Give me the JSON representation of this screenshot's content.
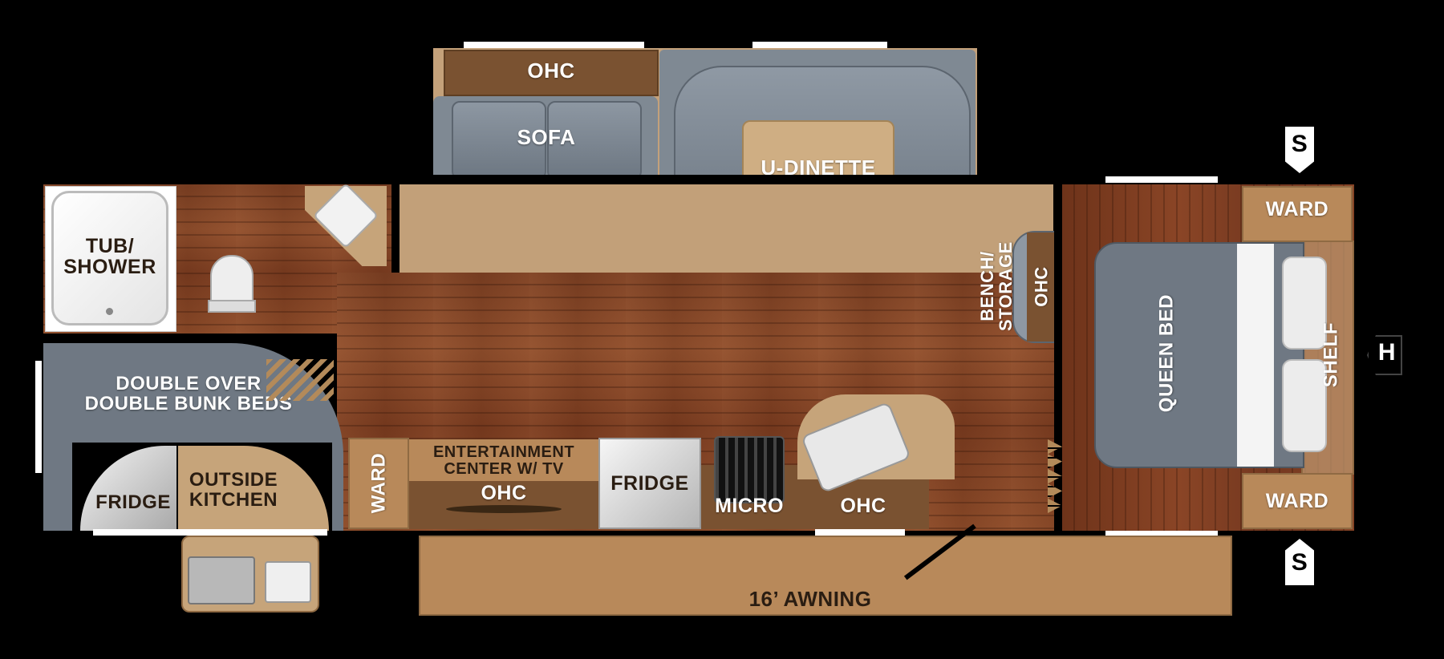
{
  "labels": {
    "ohc_top": "OHC",
    "sofa": "SOFA",
    "u_dinette": "U-DINETTE",
    "tub_shower": "TUB/\nSHOWER",
    "bench_storage": "BENCH/\nSTORAGE",
    "ohc_bench": "OHC",
    "ward_top": "WARD",
    "queen_bed": "QUEEN BED",
    "shelf": "SHELF",
    "ward_bottom": "WARD",
    "bunk_beds": "DOUBLE OVER\nDOUBLE BUNK BEDS",
    "fridge_outside": "FRIDGE",
    "outside_kitchen": "OUTSIDE\nKITCHEN",
    "ward_side": "WARD",
    "entertainment_center": "ENTERTAINMENT\nCENTER W/ TV",
    "ohc_entertainment": "OHC",
    "fridge_kitchen": "FRIDGE",
    "micro": "MICRO",
    "ohc_kitchen": "OHC",
    "awning": "16’ AWNING",
    "marker_s_top": "S",
    "marker_h": "H",
    "marker_s_bottom": "S"
  },
  "colors": {
    "background": "#000000",
    "wood_floor": "#7c3f22",
    "carpet_tan": "#b79263",
    "cabinet_brown": "#7a5231",
    "upholstery_gray": "#737d88",
    "window_white": "#ffffff"
  }
}
